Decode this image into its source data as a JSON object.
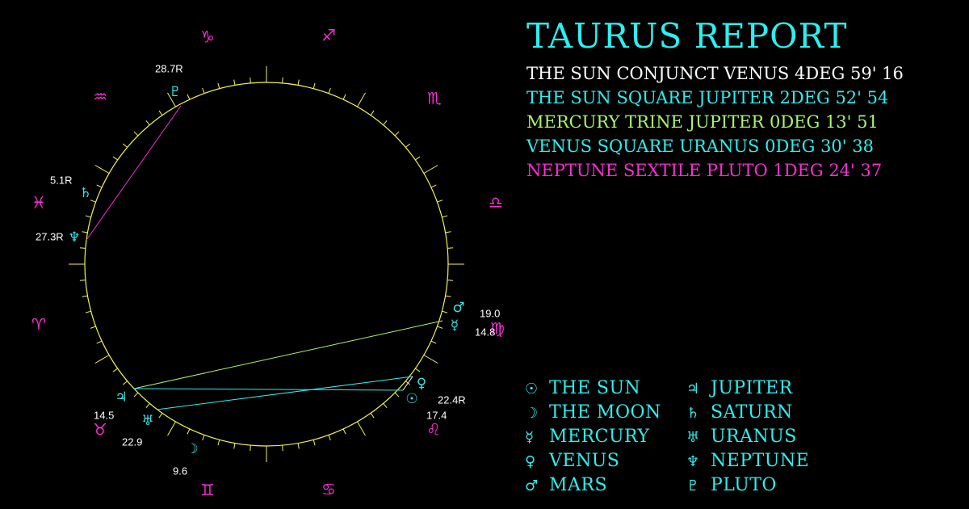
{
  "report": {
    "title": "TAURUS REPORT",
    "aspects": [
      {
        "text": "THE SUN CONJUNCT VENUS 4DEG 59' 16",
        "color": "#ffffff"
      },
      {
        "text": "THE SUN SQUARE JUPITER 2DEG 52' 54",
        "color": "#2af0f0"
      },
      {
        "text": "MERCURY TRINE JUPITER 0DEG 13' 51",
        "color": "#aaf56a"
      },
      {
        "text": "VENUS SQUARE URANUS 0DEG 30' 38",
        "color": "#2af0f0"
      },
      {
        "text": "NEPTUNE SEXTILE PLUTO 1DEG 24' 37",
        "color": "#ff2bd6"
      }
    ]
  },
  "legend": {
    "left": [
      {
        "symbol": "☉",
        "label": "THE SUN"
      },
      {
        "symbol": "☽",
        "label": "THE MOON"
      },
      {
        "symbol": "☿",
        "label": "MERCURY"
      },
      {
        "symbol": "♀",
        "label": "VENUS"
      },
      {
        "symbol": "♂",
        "label": "MARS"
      }
    ],
    "right": [
      {
        "symbol": "♃",
        "label": "JUPITER"
      },
      {
        "symbol": "♄",
        "label": "SATURN"
      },
      {
        "symbol": "♅",
        "label": "URANUS"
      },
      {
        "symbol": "♆",
        "label": "NEPTUNE"
      },
      {
        "symbol": "♇",
        "label": "PLUTO"
      }
    ]
  },
  "chart": {
    "colors": {
      "circle": "#f4f44a",
      "signs": "#ff2bd6",
      "planets": "#34e6e6",
      "degrees": "#ffffff"
    },
    "signs": [
      {
        "name": "aries",
        "symbol": "♈"
      },
      {
        "name": "taurus",
        "symbol": "♉"
      },
      {
        "name": "gemini",
        "symbol": "♊"
      },
      {
        "name": "cancer",
        "symbol": "♋"
      },
      {
        "name": "leo",
        "symbol": "♌"
      },
      {
        "name": "virgo",
        "symbol": "♍"
      },
      {
        "name": "libra",
        "symbol": "♎"
      },
      {
        "name": "scorpio",
        "symbol": "♏"
      },
      {
        "name": "sagittarius",
        "symbol": "♐"
      },
      {
        "name": "capricorn",
        "symbol": "♑"
      },
      {
        "name": "aquarius",
        "symbol": "♒"
      },
      {
        "name": "pisces",
        "symbol": "♓"
      }
    ],
    "planets": [
      {
        "name": "pluto",
        "symbol": "♇",
        "degree": "28.7R"
      },
      {
        "name": "saturn",
        "symbol": "♄",
        "degree": "5.1R"
      },
      {
        "name": "neptune",
        "symbol": "♆",
        "degree": "27.3R"
      },
      {
        "name": "mars",
        "symbol": "♂",
        "degree": "19.0"
      },
      {
        "name": "mercury",
        "symbol": "☿",
        "degree": "14.8"
      },
      {
        "name": "venus",
        "symbol": "♀",
        "degree": "22.4R"
      },
      {
        "name": "sun",
        "symbol": "☉",
        "degree": "17.4"
      },
      {
        "name": "jupiter",
        "symbol": "♃",
        "degree": "14.5"
      },
      {
        "name": "uranus",
        "symbol": "♅",
        "degree": "22.9"
      },
      {
        "name": "moon",
        "symbol": "☽",
        "degree": "9.6"
      }
    ],
    "aspect_lines": [
      {
        "from": "neptune",
        "to": "pluto",
        "color": "#ff2bd6"
      },
      {
        "from": "mercury",
        "to": "jupiter",
        "color": "#aaf56a"
      },
      {
        "from": "sun",
        "to": "jupiter",
        "color": "#2af0f0"
      },
      {
        "from": "venus",
        "to": "uranus",
        "color": "#2af0f0"
      },
      {
        "from": "sun",
        "to": "venus",
        "color": "#ffffff"
      }
    ]
  }
}
